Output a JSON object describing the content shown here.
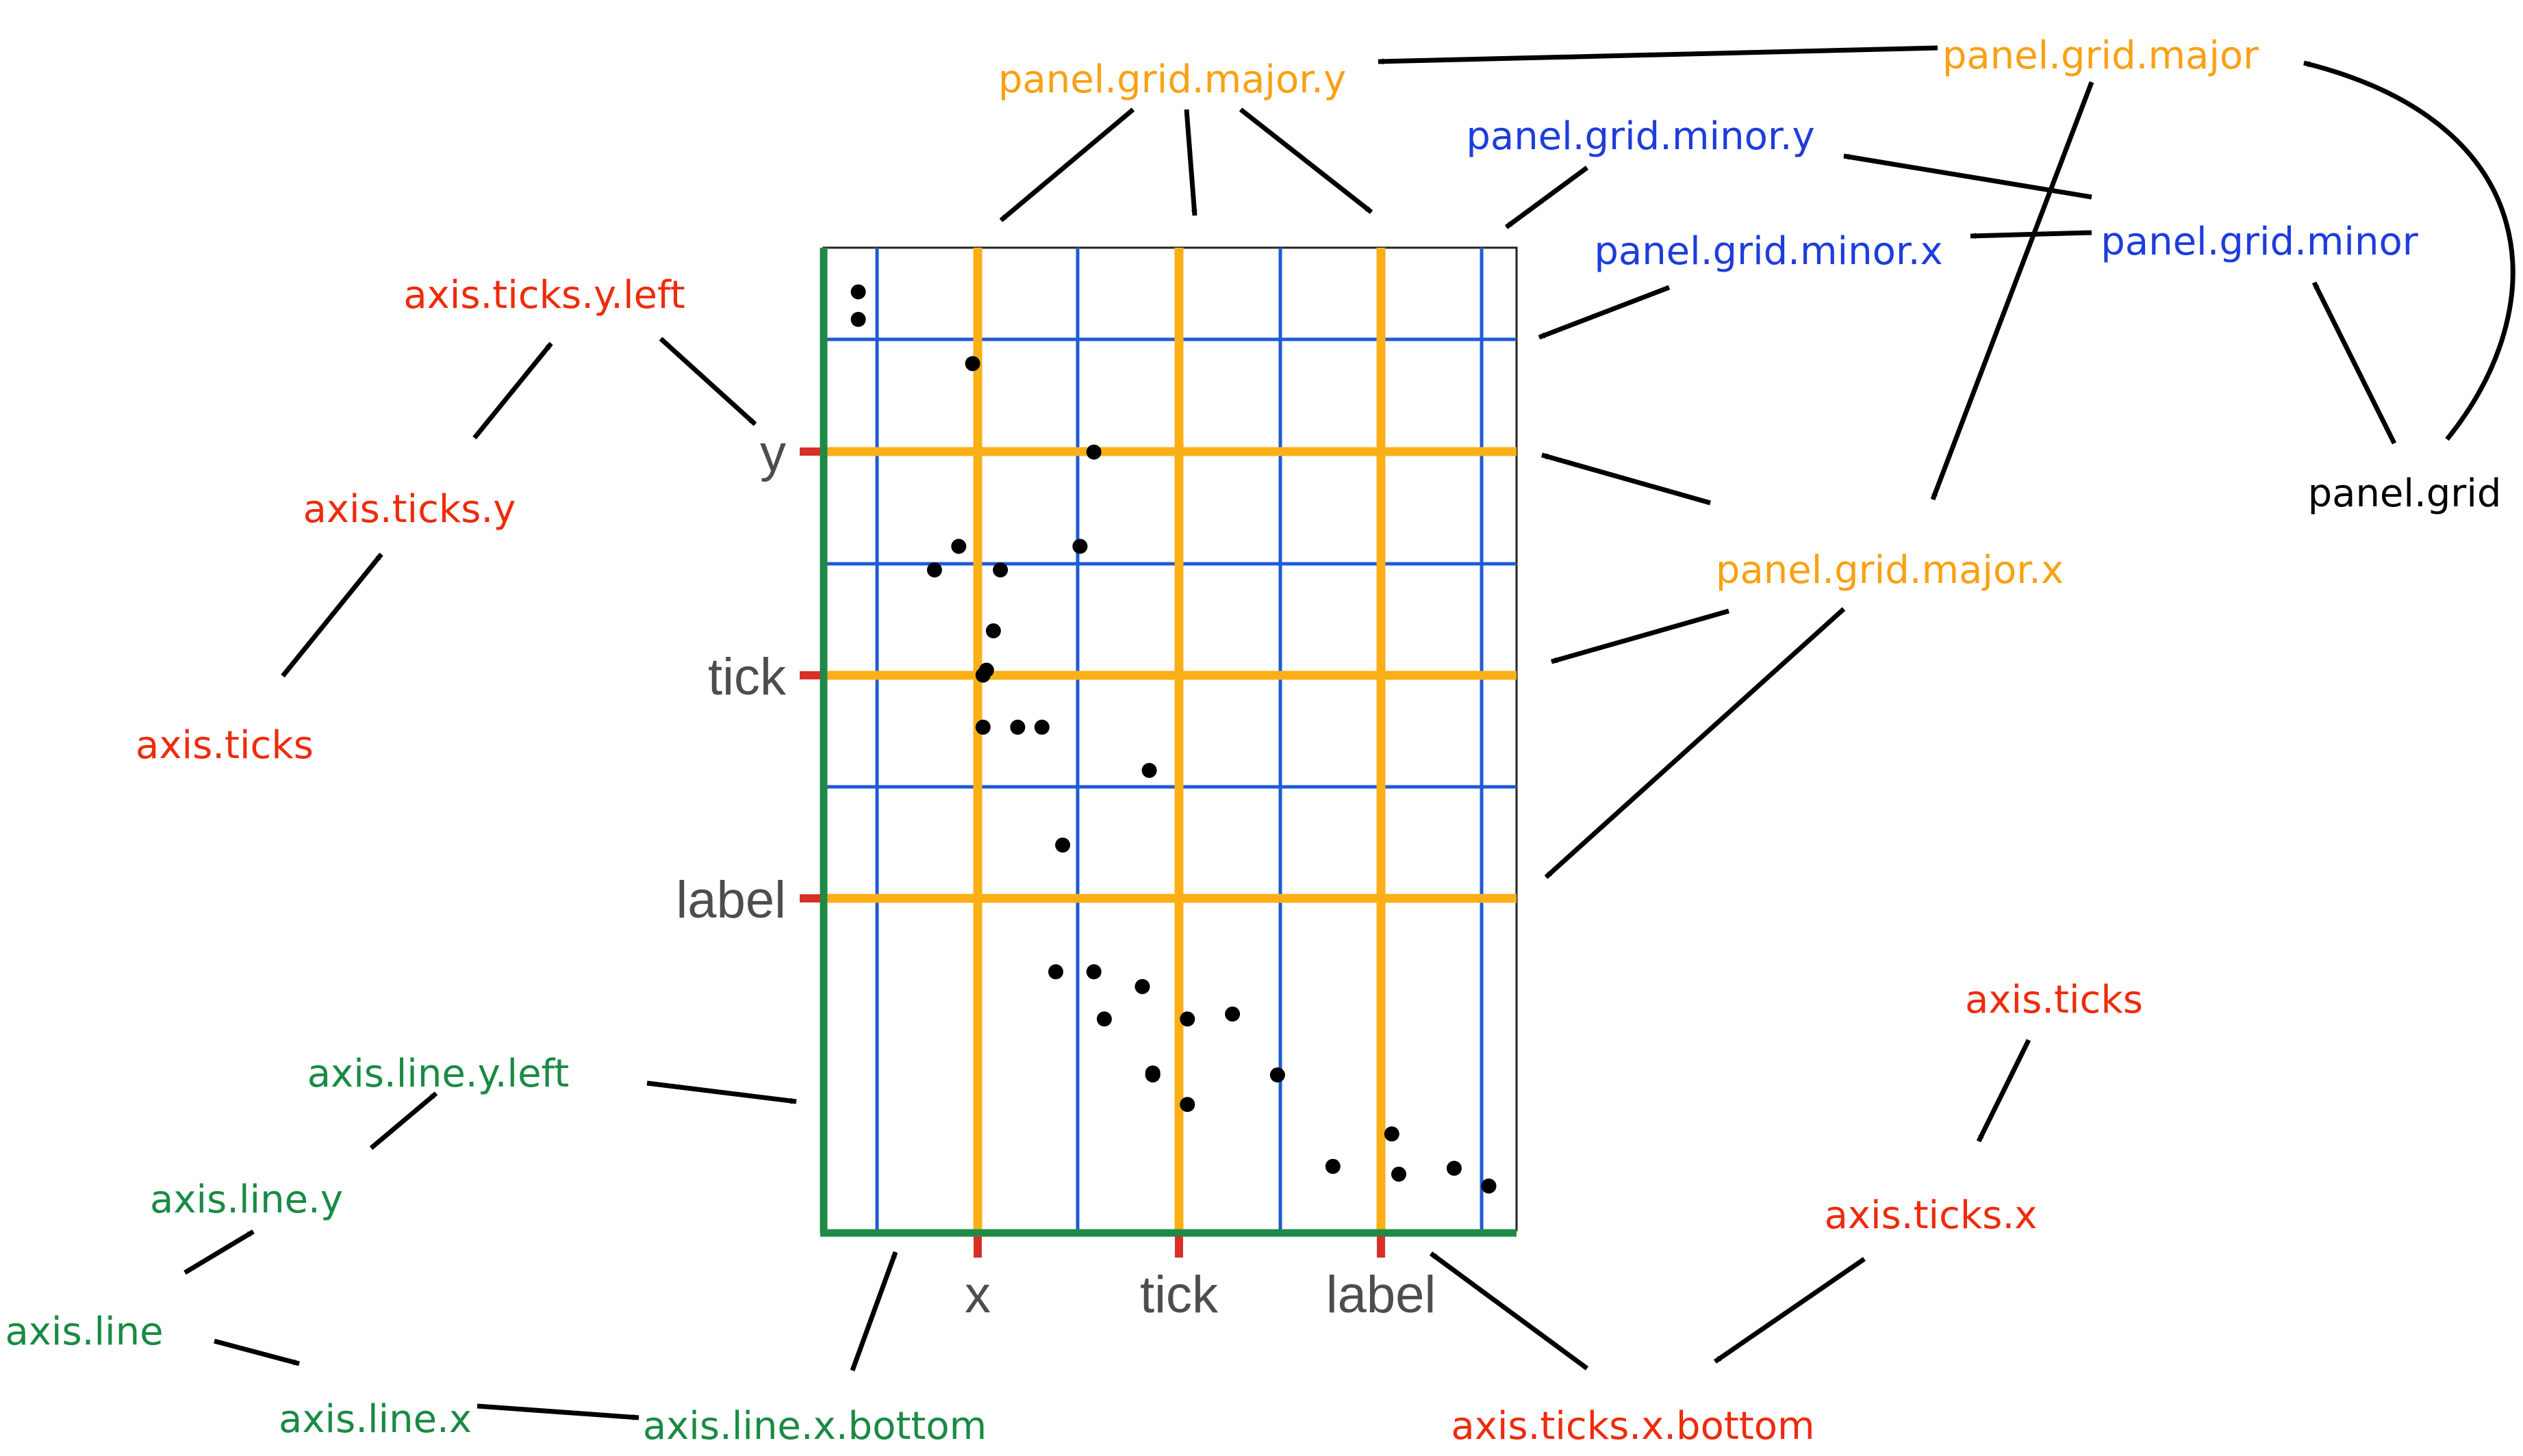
{
  "colors": {
    "theme_axis_ticks": "#ee2b0b",
    "theme_axis_line": "#1a8a44",
    "theme_grid_major": "#f9a113",
    "theme_grid_minor": "#1d3ddc",
    "theme_plain": "#000000",
    "axis_line_stroke": "#1e8a47",
    "tick_mark": "#d73027",
    "major_grid_line": "#fbaf17",
    "minor_grid_line": "#1f5bd6",
    "tick_label": "#4d4d4d",
    "point": "#000000",
    "arrow": "#000000"
  },
  "axis_ticks": {
    "x": [
      "x",
      "tick",
      "label"
    ],
    "y": [
      "y",
      "tick",
      "label"
    ]
  },
  "labels": {
    "panel_grid_major_y": "panel.grid.major.y",
    "panel_grid_major": "panel.grid.major",
    "panel_grid_minor_y": "panel.grid.minor.y",
    "panel_grid_minor_x": "panel.grid.minor.x",
    "panel_grid_minor": "panel.grid.minor",
    "panel_grid": "panel.grid",
    "panel_grid_major_x": "panel.grid.major.x",
    "axis_ticks_y_left": "axis.ticks.y.left",
    "axis_ticks_y": "axis.ticks.y",
    "axis_ticks_left": "axis.ticks",
    "axis_ticks_right": "axis.ticks",
    "axis_ticks_x": "axis.ticks.x",
    "axis_ticks_x_bottom": "axis.ticks.x.bottom",
    "axis_line_y_left": "axis.line.y.left",
    "axis_line_y": "axis.line.y",
    "axis_line": "axis.line",
    "axis_line_x": "axis.line.x",
    "axis_line_x_bottom": "axis.line.x.bottom"
  },
  "points": [
    [
      0.05,
      0.955
    ],
    [
      0.05,
      0.927
    ],
    [
      0.215,
      0.882
    ],
    [
      0.39,
      0.792
    ],
    [
      0.195,
      0.696
    ],
    [
      0.16,
      0.672
    ],
    [
      0.255,
      0.672
    ],
    [
      0.37,
      0.696
    ],
    [
      0.245,
      0.61
    ],
    [
      0.235,
      0.57
    ],
    [
      0.23,
      0.565
    ],
    [
      0.23,
      0.512
    ],
    [
      0.28,
      0.512
    ],
    [
      0.315,
      0.512
    ],
    [
      0.47,
      0.468
    ],
    [
      0.345,
      0.392
    ],
    [
      0.335,
      0.263
    ],
    [
      0.39,
      0.263
    ],
    [
      0.46,
      0.248
    ],
    [
      0.405,
      0.215
    ],
    [
      0.525,
      0.215
    ],
    [
      0.59,
      0.22
    ],
    [
      0.475,
      0.16
    ],
    [
      0.475,
      0.158
    ],
    [
      0.655,
      0.158
    ],
    [
      0.525,
      0.128
    ],
    [
      0.735,
      0.065
    ],
    [
      0.82,
      0.098
    ],
    [
      0.83,
      0.057
    ],
    [
      0.91,
      0.063
    ],
    [
      0.96,
      0.045
    ]
  ]
}
